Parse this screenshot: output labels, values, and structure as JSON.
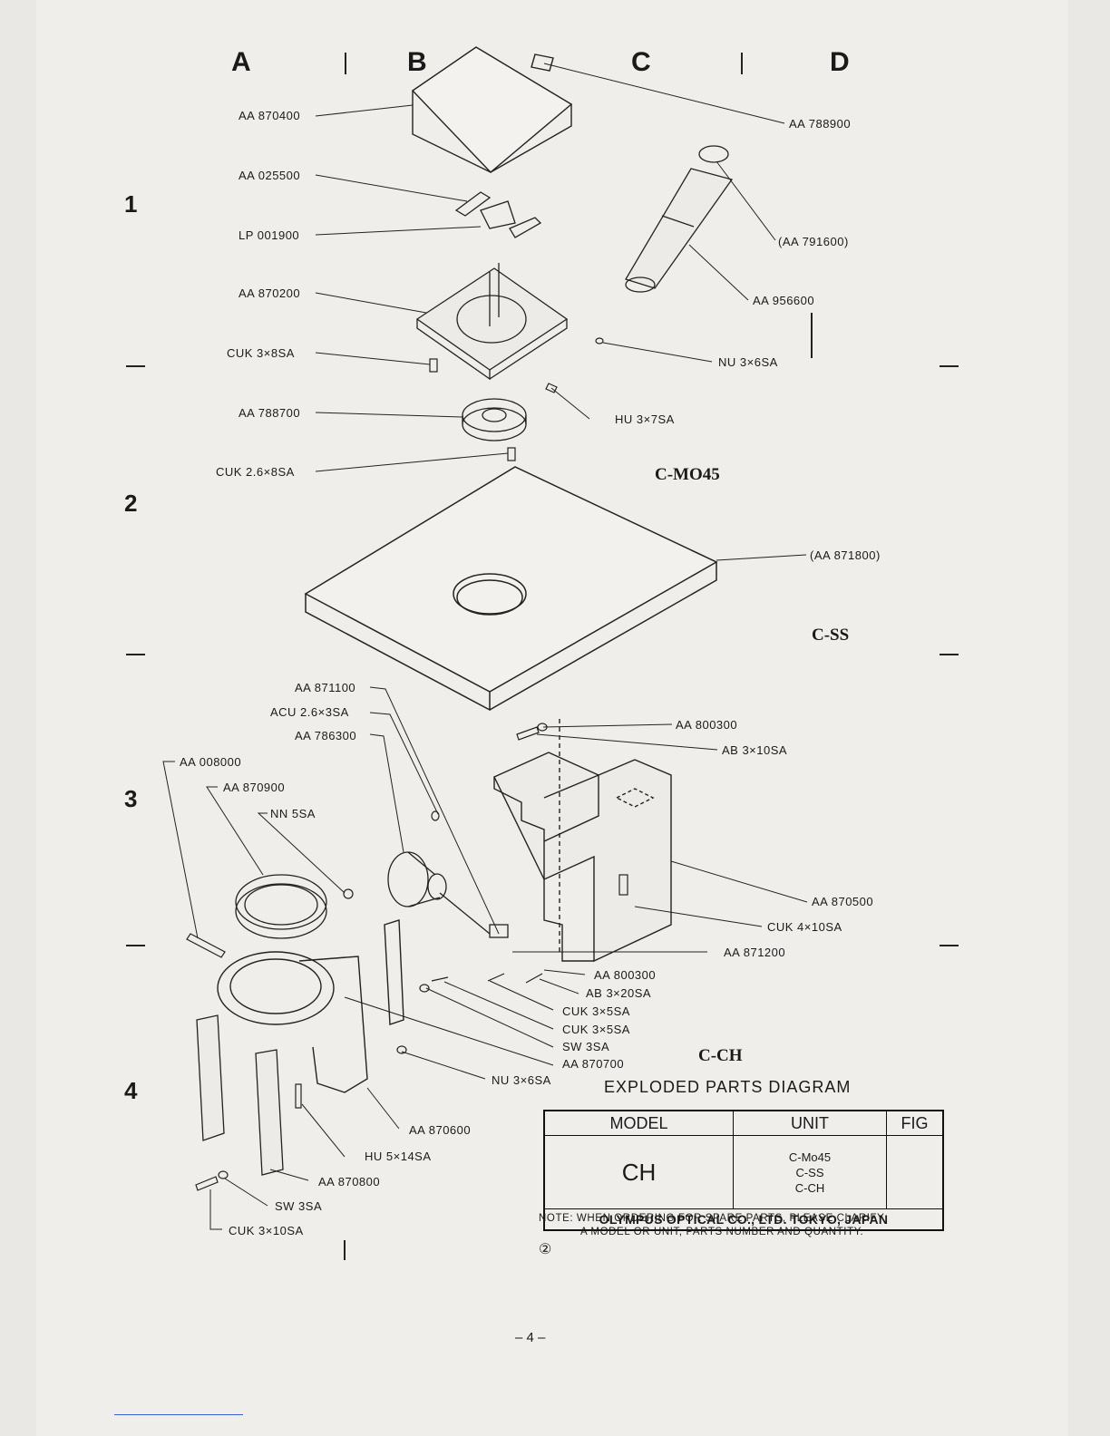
{
  "columns": [
    "A",
    "B",
    "C",
    "D"
  ],
  "rows": [
    "1",
    "2",
    "3",
    "4"
  ],
  "units": {
    "top": "C-MO45",
    "stage": "C-SS",
    "holder": "C-CH"
  },
  "parts": [
    "AA 870400",
    "AA 788900",
    "AA 025500",
    "LP 001900",
    "(AA 791600)",
    "AA 870200",
    "AA 956600",
    "CUK 3×8SA",
    "NU 3×6SA",
    "AA 788700",
    "HU 3×7SA",
    "CUK 2.6×8SA",
    "(AA 871800)",
    "AA 871100",
    "ACU 2.6×3SA",
    "AA 786300",
    "AA 800300",
    "AB 3×10SA",
    "AA 008000",
    "AA 870900",
    "NN 5SA",
    "AA 870500",
    "CUK 4×10SA",
    "AA 871200",
    "AA 800300",
    "AB 3×20SA",
    "CUK 3×5SA",
    "CUK 3×5SA",
    "SW 3SA",
    "AA 870700",
    "NU 3×6SA",
    "AA 870600",
    "HU 5×14SA",
    "AA 870800",
    "SW 3SA",
    "CUK 3×10SA"
  ],
  "title_block": {
    "title": "EXPLODED PARTS DIAGRAM",
    "headers": {
      "model": "MODEL",
      "unit": "UNIT",
      "fig": "FIG"
    },
    "model": "CH",
    "units_list": [
      "C-Mo45",
      "C-SS",
      "C-CH"
    ],
    "fig": "",
    "manufacturer": "OLYMPUS OPTICAL CO., LTD. TOKYO, JAPAN"
  },
  "note": {
    "line1": "NOTE: WHEN ORDERING FOR SPARE PARTS, PLEASE CLARIFY",
    "line2": "A MODEL OR UNIT, PARTS NUMBER AND QUANTITY."
  },
  "sheet_mark": "②",
  "page_number": "– 4 –"
}
